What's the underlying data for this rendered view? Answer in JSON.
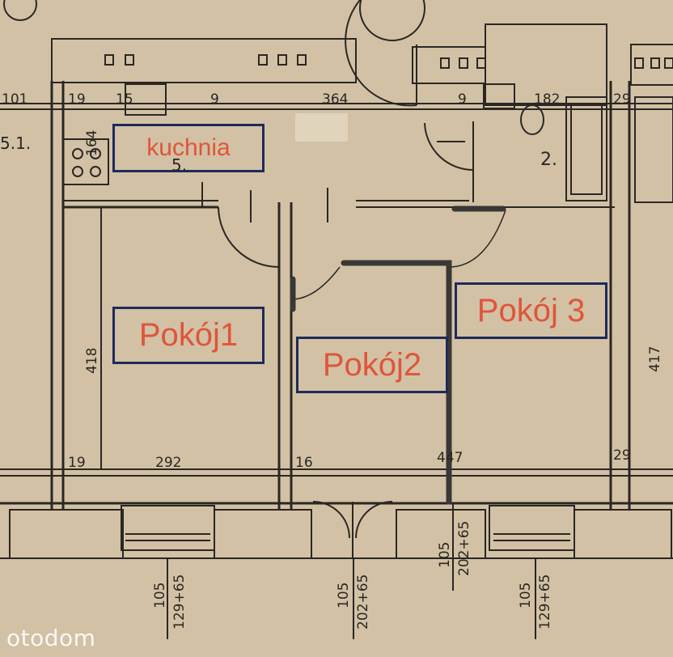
{
  "rooms": {
    "kitchen": "kuchnia",
    "room1": "Pokój1",
    "room2": "Pokój2",
    "room3": "Pokój 3"
  },
  "dimensions": {
    "top_19": "19",
    "top_15": "15",
    "top_9a": "9",
    "top_364": "364",
    "top_9b": "9",
    "top_182": "182",
    "top_29": "29",
    "left_101": "101",
    "label_51": "5.1.",
    "label_164": "164",
    "label_5": "5.",
    "label_2": "2.",
    "v_418": "418",
    "v_417": "417",
    "bottom_19": "19",
    "bottom_292": "292",
    "bottom_16": "16",
    "bottom_447": "447",
    "bottom_29": "29",
    "win1_a": "105",
    "win1_b": "129+65",
    "door_a": "105",
    "door_b": "202+65",
    "win2_a": "105",
    "win2_b": "202+65",
    "win3_a": "105",
    "win3_b": "129+65"
  },
  "watermark": "otodom",
  "colors": {
    "paper": "#d2c1a4",
    "line": "#2a2724",
    "box_border": "#1f2a5c",
    "label": "#e0553a"
  }
}
